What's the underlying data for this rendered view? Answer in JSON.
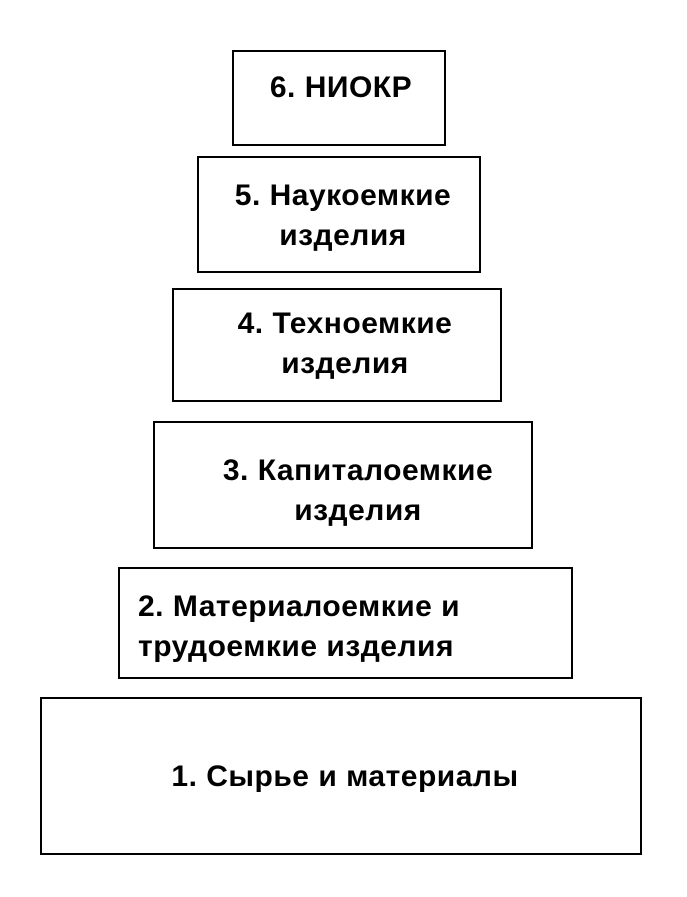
{
  "diagram": {
    "levels": [
      {
        "label": "6. НИОКР"
      },
      {
        "label": "5. Наукоемкие\nизделия"
      },
      {
        "label": "4. Техноемкие\nизделия"
      },
      {
        "label": "3. Капиталоемкие\nизделия"
      },
      {
        "label": "2. Материалоемкие и\nтрудоемкие изделия"
      },
      {
        "label": "1. Сырье и материалы"
      }
    ],
    "border_color": "#000000",
    "fill_color": "#ffffff",
    "text_color": "#000000"
  }
}
